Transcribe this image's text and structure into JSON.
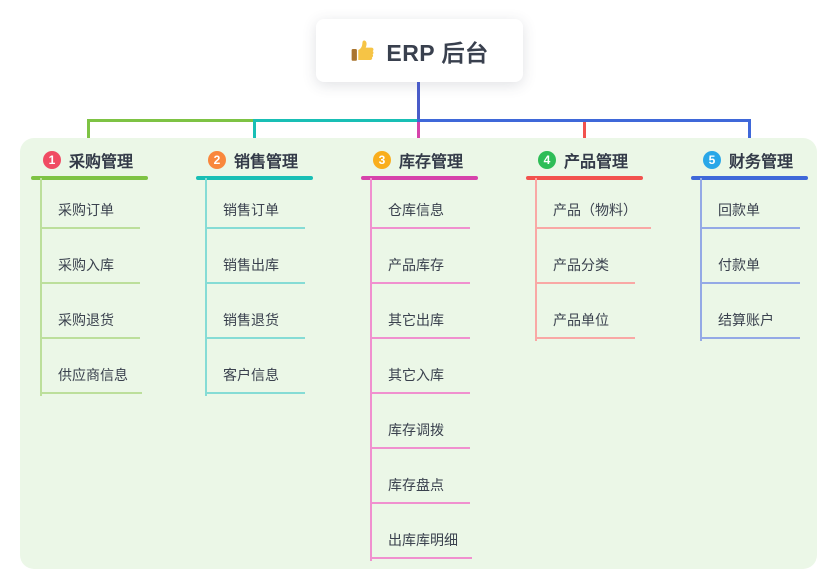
{
  "root": {
    "label": "ERP 后台",
    "icon": "thumbs-up-icon"
  },
  "colors": {
    "canvas_bg": "#FFFFFF",
    "panel_bg": "#EBF7E7",
    "root_connector": "#4A5CC9",
    "title_text": "#333A48",
    "leaf_text": "#3A414E"
  },
  "branches": [
    {
      "badge": "1",
      "title": "采购管理",
      "badge_color": "#F04B63",
      "line_color": "#7EC344",
      "leaf_line_color": "#BCDF9B",
      "children": [
        "采购订单",
        "采购入库",
        "采购退货",
        "供应商信息"
      ]
    },
    {
      "badge": "2",
      "title": "销售管理",
      "badge_color": "#F9873C",
      "line_color": "#19BFB5",
      "leaf_line_color": "#85DCD5",
      "children": [
        "销售订单",
        "销售出库",
        "销售退货",
        "客户信息"
      ]
    },
    {
      "badge": "3",
      "title": "库存管理",
      "badge_color": "#F9AE1D",
      "line_color": "#D643AB",
      "leaf_line_color": "#F090CF",
      "children": [
        "仓库信息",
        "产品库存",
        "其它出库",
        "其它入库",
        "库存调拨",
        "库存盘点",
        "出库库明细"
      ]
    },
    {
      "badge": "4",
      "title": "产品管理",
      "badge_color": "#2EBD57",
      "line_color": "#F2524E",
      "leaf_line_color": "#F9A8A5",
      "children": [
        "产品（物料）",
        "产品分类",
        "产品单位"
      ]
    },
    {
      "badge": "5",
      "title": "财务管理",
      "badge_color": "#29A7E8",
      "line_color": "#3F68D9",
      "leaf_line_color": "#94A9E6",
      "children": [
        "回款单",
        "付款单",
        "结算账户"
      ]
    }
  ]
}
